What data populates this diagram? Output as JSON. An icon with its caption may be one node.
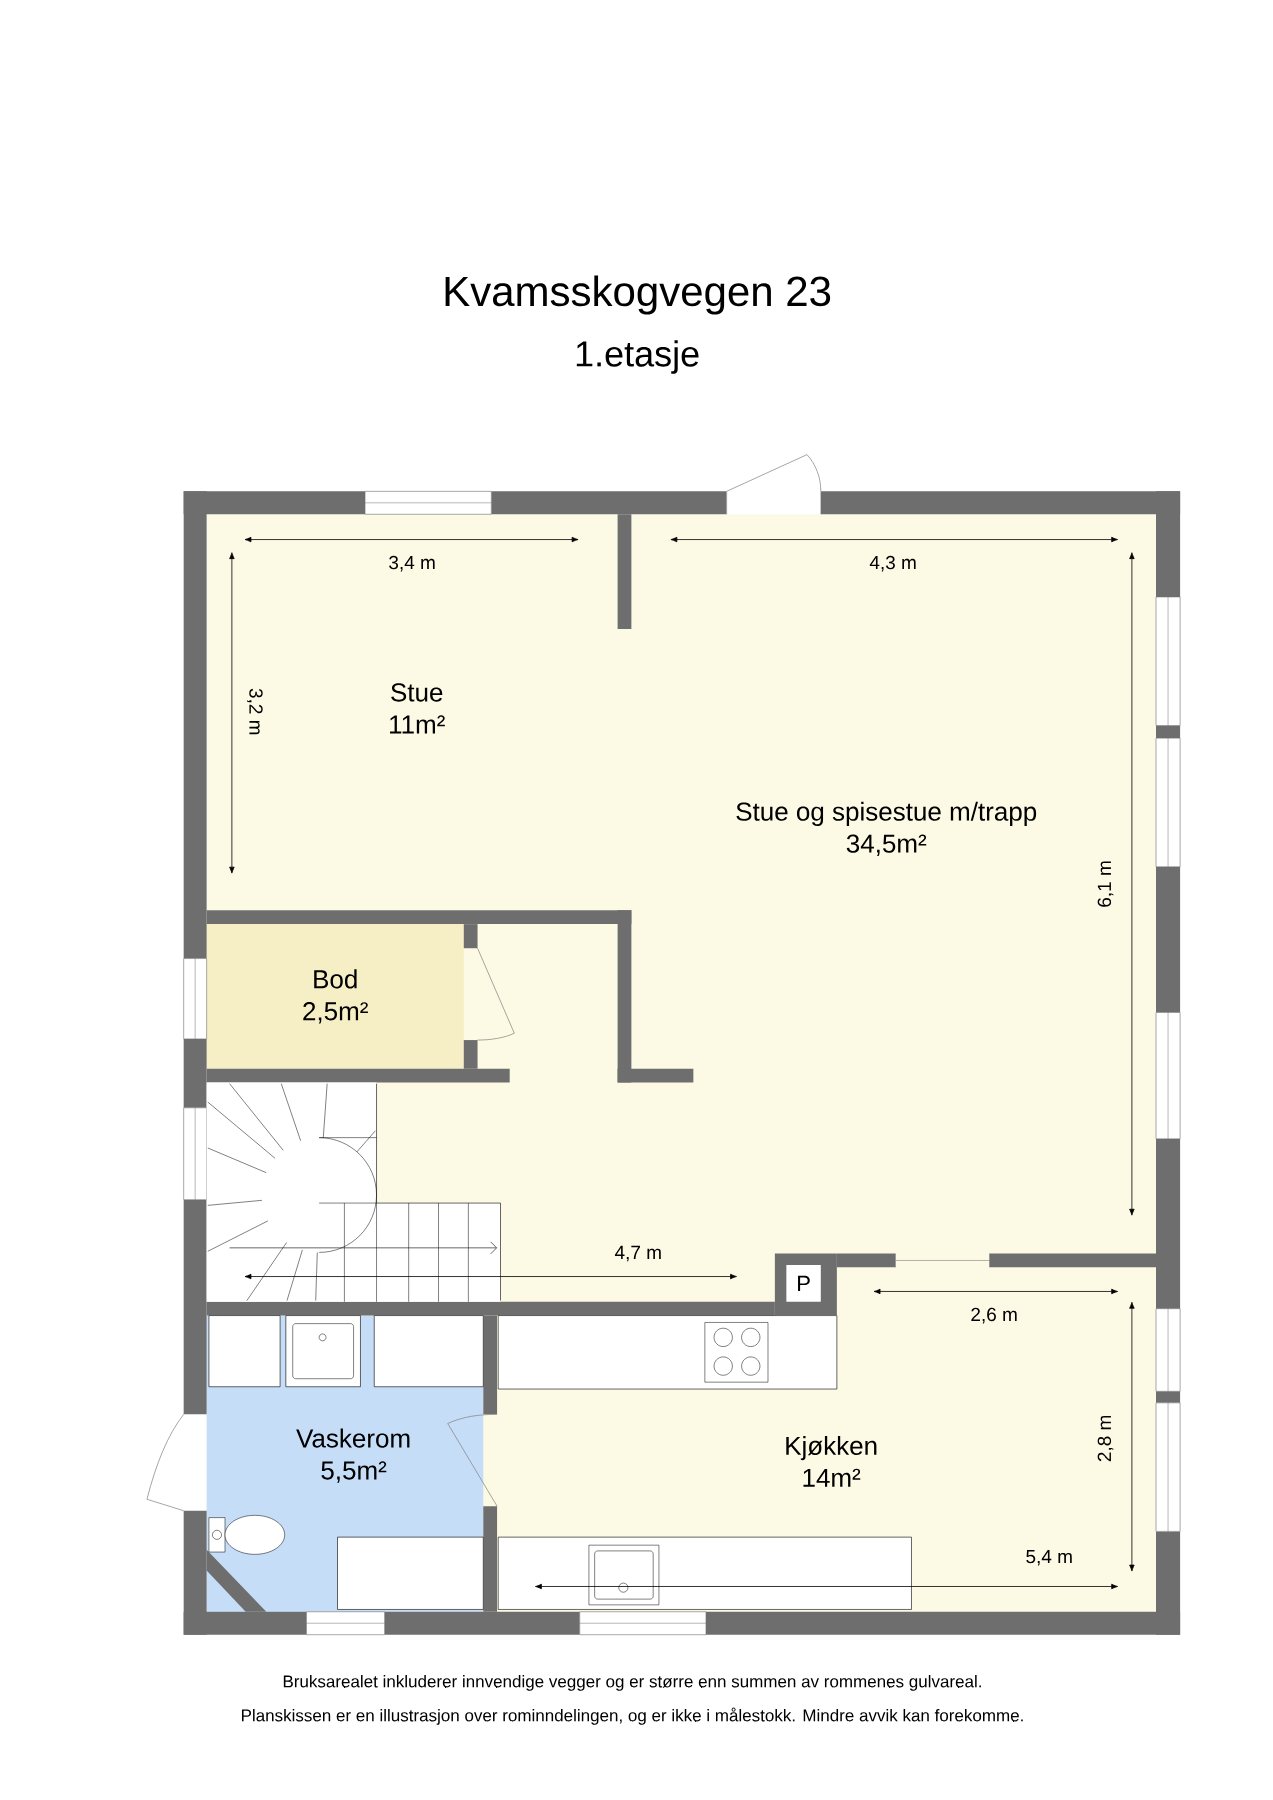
{
  "diagram": {
    "title": "Kvamsskogvegen 23",
    "nodes": [
      {
        "text": [
          "Stue",
          "11m²"
        ]
      },
      {
        "text": [
          "Stue og spisestue m/trapp",
          "34,5m²"
        ]
      },
      {
        "text": [
          "Bod",
          "2,5m²"
        ]
      },
      {
        "text": [
          "Vaskerom",
          "5,5m²"
        ]
      },
      {
        "text": [
          "Kjøkken",
          "14m²"
        ]
      },
      {
        "text": [
          "P"
        ]
      }
    ],
    "labels": [
      "1.etasje",
      "3,4 m",
      "4,3 m",
      "3,2 m",
      "6,1 m",
      "4,7 m",
      "2,6 m",
      "2,8 m",
      "5,4 m",
      "Bruksarealet inkluderer innvendige vegger og er større enn summen av rommenes gulvareal.",
      "Planskissen er en illustrasjon over rominndelingen, og er ikke i målestokk. Mindre avvik kan forekomme."
    ]
  }
}
